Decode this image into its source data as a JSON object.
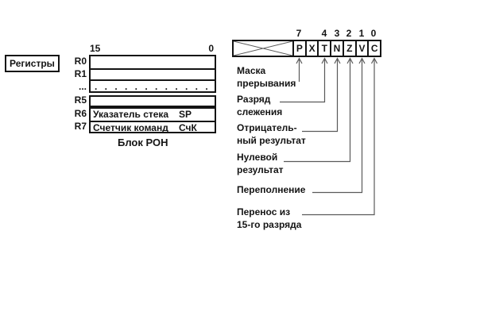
{
  "colors": {
    "ink": "#141414",
    "connector": "#5a5a5a",
    "background": "#ffffff"
  },
  "registers_panel": {
    "title": "Регистры"
  },
  "register_block": {
    "bit_label_high": "15",
    "bit_label_low": "0",
    "caption": "Блок РОН",
    "rows": [
      {
        "label": "R0",
        "content": ""
      },
      {
        "label": "R1",
        "content": ""
      },
      {
        "label": "...",
        "content": ". . . . . . . . . . . . . ."
      },
      {
        "label": "R5",
        "content": ""
      },
      {
        "label": "R6",
        "content": "Указатель стека",
        "abbr": "SP"
      },
      {
        "label": "R7",
        "content": "Счетчик команд",
        "abbr": "СчК"
      }
    ]
  },
  "status_word": {
    "bit_numbers": [
      "7",
      "4",
      "3",
      "2",
      "1",
      "0"
    ],
    "flag_cells": [
      "P",
      "X",
      "T",
      "N",
      "Z",
      "V",
      "C"
    ],
    "flag_labels": [
      "Маска\nпрерывания",
      "Разряд\nслежения",
      "Отрицатель-\nный результат",
      "Нулевой\nрезультат",
      "Переполнение",
      "Перенос из\n15-го разряда"
    ]
  }
}
